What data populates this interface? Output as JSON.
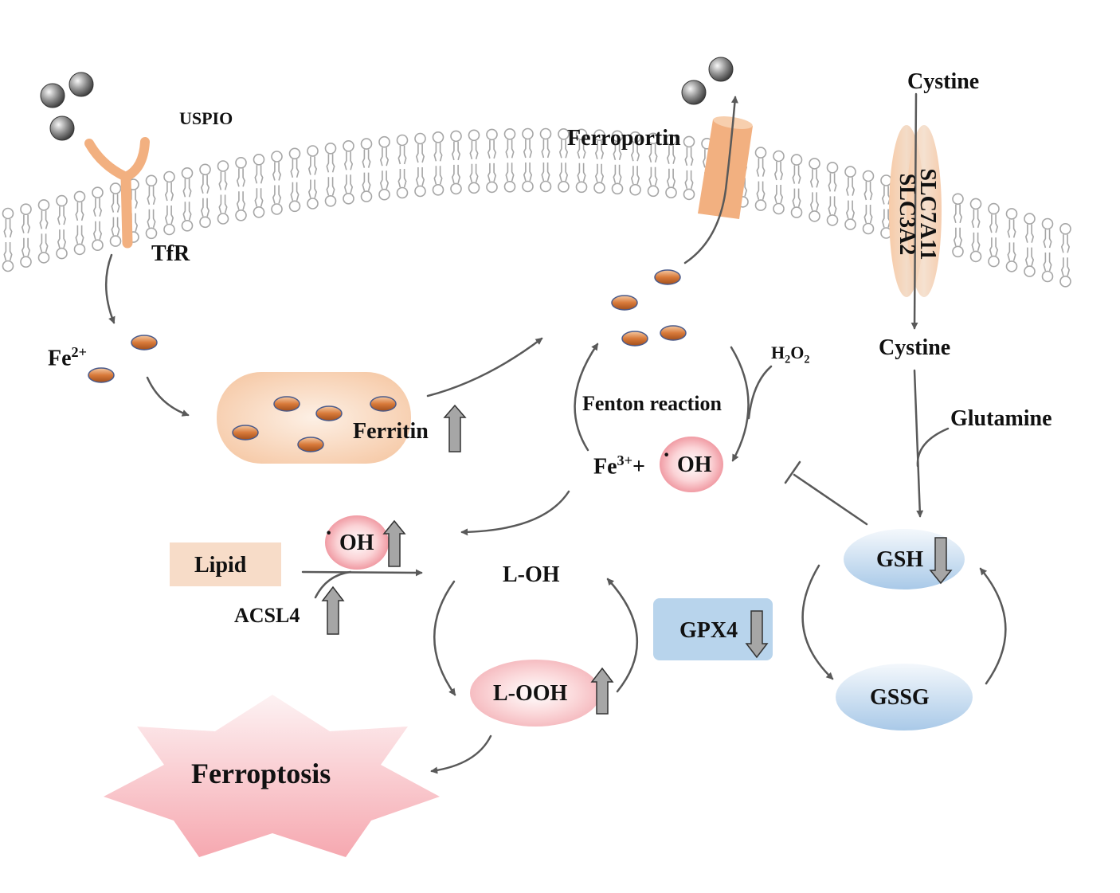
{
  "labels": {
    "uspio": "USPIO",
    "tfr": "TfR",
    "fe2": {
      "base": "Fe",
      "sup": "2+"
    },
    "ferritin": "Ferritin",
    "ferroportin": "Ferroportin",
    "cystine_out": "Cystine",
    "slc7a11": "SLC7A11",
    "slc3a2": "SLC3A2",
    "cystine_in": "Cystine",
    "glutamine": "Glutamine",
    "h2o2": {
      "h": "H",
      "sub1": "2",
      "o": "O",
      "sub2": "2"
    },
    "fenton": "Fenton reaction",
    "fe3": {
      "base": "Fe",
      "sup": "3+",
      "plus": "+"
    },
    "oh_radical": "OH",
    "radical_dot": "·",
    "lipid": "Lipid",
    "oh_lipid": "OH",
    "acsl4": "ACSL4",
    "loh": "L-OH",
    "looh": "L-OOH",
    "gpx4": "GPX4",
    "gsh": "GSH",
    "gssg": "GSSG",
    "ferroptosis": "Ferroptosis"
  },
  "colors": {
    "transporter": "#f2b080",
    "ferritin_fill": "#f8d7bf",
    "lipid_box": "#f7dcc8",
    "gpx4_box": "#b8d4ec",
    "gsh_fill": "#b7d3ee",
    "radical_fill": "#f0a0a8",
    "ferroptosis_fill": "#f7b3ba",
    "membrane": "#a6a6a6",
    "arrow": "#595959",
    "up_down_arrow": "#a6a6a6"
  }
}
